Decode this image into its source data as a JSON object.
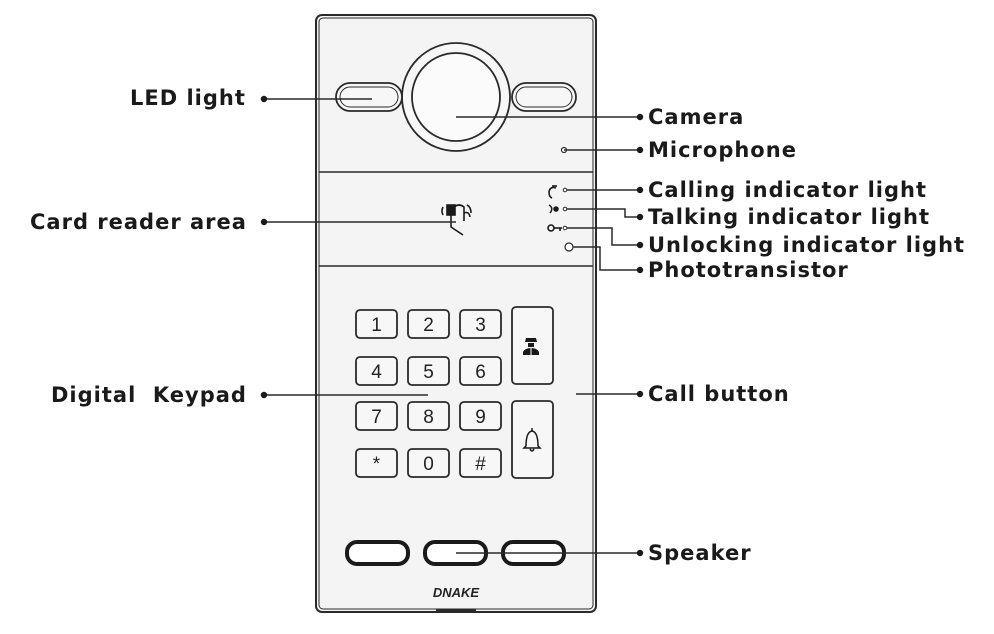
{
  "labels": {
    "led_light": "LED light",
    "card_reader_area": "Card reader area",
    "digital_keypad": "Digital  Keypad",
    "camera": "Camera",
    "microphone": "Microphone",
    "calling_indicator": "Calling indicator light",
    "talking_indicator": "Talking indicator light",
    "unlocking_indicator": "Unlocking indicator light",
    "phototransistor": "Phototransistor",
    "call_button": "Call button",
    "speaker": "Speaker"
  },
  "keypad": {
    "keys": [
      "1",
      "2",
      "3",
      "4",
      "5",
      "6",
      "7",
      "8",
      "9",
      "*",
      "0",
      "#"
    ]
  },
  "logo": "DNAKE",
  "icons": {
    "card_reader": "tap-card-icon",
    "guard": "guard-icon",
    "bell": "bell-icon",
    "calling": "handset-icon",
    "talking": "speaking-icon",
    "unlocking": "key-icon"
  },
  "colors": {
    "line": "#2a2a2a",
    "panel_bg": "#f4f4f4"
  }
}
